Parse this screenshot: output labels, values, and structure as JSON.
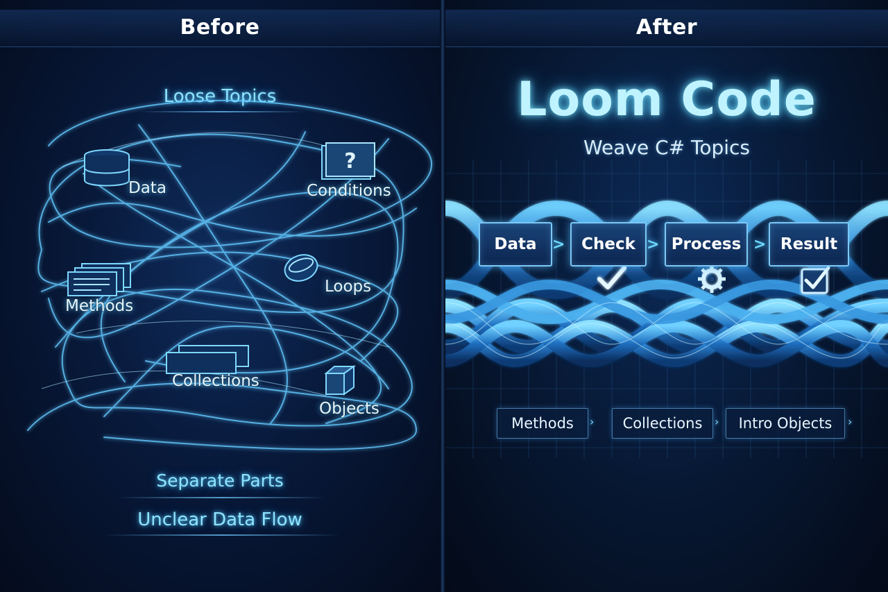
{
  "before": {
    "heading": "Before",
    "top_label": "Loose Topics",
    "topics": {
      "data": "Data",
      "conditions": "Conditions",
      "methods": "Methods",
      "loops": "Loops",
      "collections": "Collections",
      "objects": "Objects"
    },
    "icons": {
      "data": "database-icon",
      "conditions": "question-box-icon",
      "methods": "stacked-cards-icon",
      "loops": "loop-disc-icon",
      "collections": "collection-frames-icon",
      "objects": "cube-icon"
    },
    "bottom_labels": [
      "Separate Parts",
      "Unclear Data Flow"
    ]
  },
  "after": {
    "heading": "After",
    "title": "Loom Code",
    "subtitle": "Weave C# Topics",
    "pipeline": [
      "Data",
      "Check",
      "Process",
      "Result"
    ],
    "pipeline_icons": [
      "checkmark-icon",
      "gear-icon",
      "checkbox-icon"
    ],
    "chips": [
      "Methods",
      "Collections",
      "Intro Objects"
    ]
  },
  "colors": {
    "background": "#050d1f",
    "glow": "#5fd2ff",
    "text_accent": "#8fe4ff"
  }
}
